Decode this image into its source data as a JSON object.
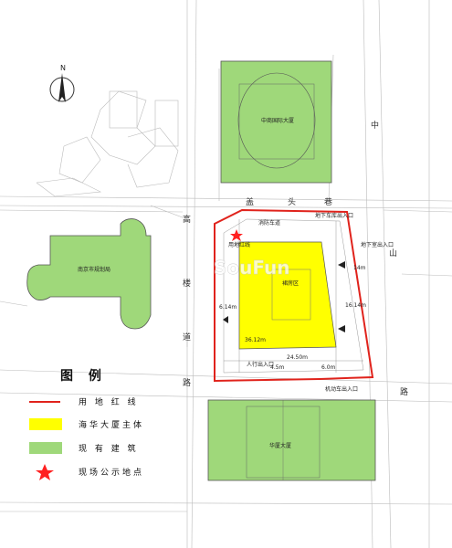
{
  "compass": {
    "label": "N"
  },
  "buildings": {
    "zhongshang": "中商国际大厦",
    "nanjing_bureau": "南京市规划局",
    "huaxia": "华厦大厦",
    "haihua_inner": "裙房区"
  },
  "roads": {
    "gaolou": [
      "高",
      "楼",
      "道",
      "路"
    ],
    "top_street": [
      "盖",
      "头",
      "巷"
    ],
    "right_street": [
      "中",
      "山",
      "路"
    ]
  },
  "annotations": {
    "d1": "14m",
    "d2": "6.14m",
    "d3": "16.14m",
    "d4": "24.50m",
    "d5": "36.12m",
    "d6": "4.5m",
    "d7": "6.0m",
    "n1": "地下室出入口",
    "n2": "消防车道",
    "n3": "用地红线",
    "n4": "人行出入口",
    "n5": "机动车出入口",
    "n6": "地下车库出入口"
  },
  "legend": {
    "title": "图  例",
    "items": [
      {
        "label": "用 地 红 线",
        "color": "#e0231c",
        "kind": "line"
      },
      {
        "label": "海华大厦主体",
        "color": "#ffff00",
        "kind": "rect"
      },
      {
        "label": "现 有 建 筑",
        "color": "#9fd87a",
        "kind": "rect"
      },
      {
        "label": "现场公示地点",
        "color": "#ff2020",
        "kind": "star"
      }
    ]
  },
  "watermark": "SouFun",
  "colors": {
    "redline": "#e0231c",
    "main": "#ffff00",
    "existing": "#9fd87a",
    "star": "#ff2020"
  }
}
